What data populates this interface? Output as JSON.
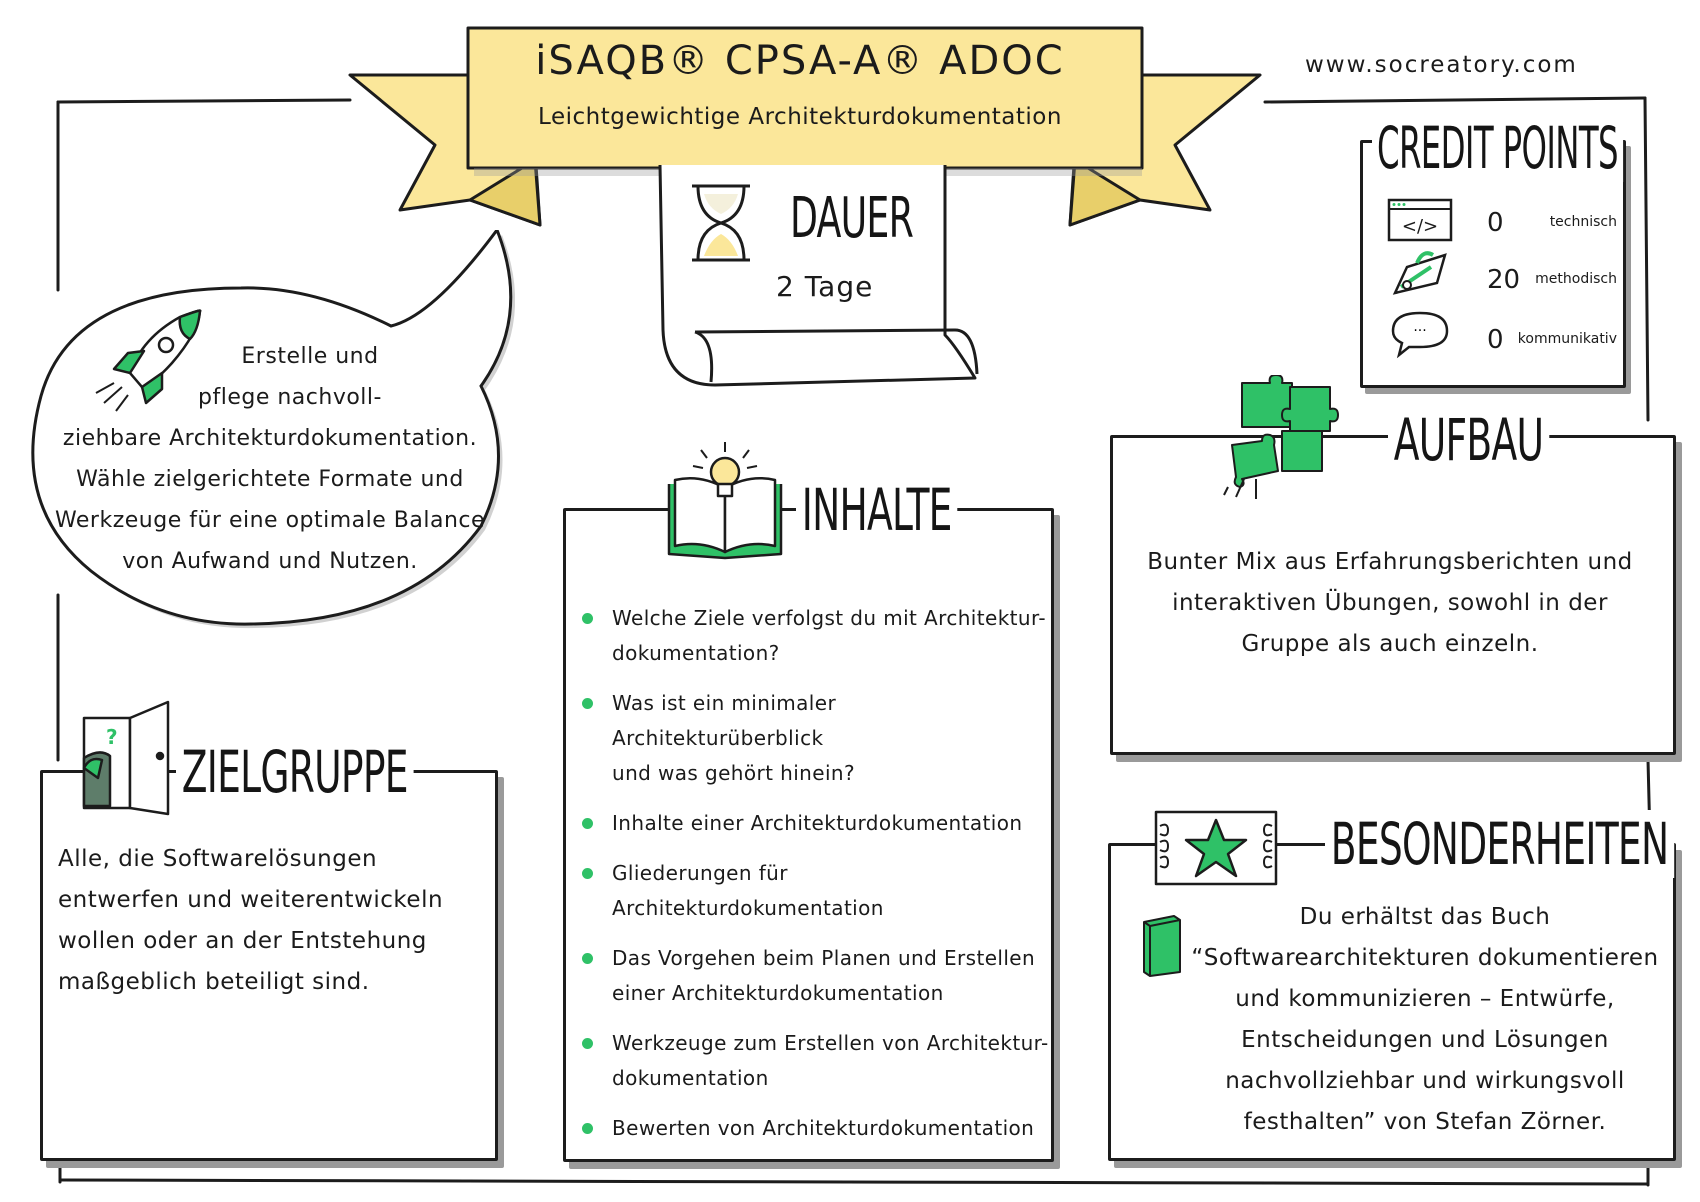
{
  "banner": {
    "title": "iSAQB® CPSA-A® ADOC",
    "subtitle": "Leichtgewichtige Architekturdokumentation"
  },
  "website": "www.socreatory.com",
  "duration": {
    "heading": "DAUER",
    "value": "2 Tage",
    "icon": "hourglass-icon"
  },
  "credit_points": {
    "heading": "CREDIT POINTS",
    "items": [
      {
        "icon": "code-window-icon",
        "value": "0",
        "label": "technisch"
      },
      {
        "icon": "toolbox-icon",
        "value": "20",
        "label": "methodisch"
      },
      {
        "icon": "speech-bubble-icon",
        "value": "0",
        "label": "kommunikativ"
      }
    ]
  },
  "goal": {
    "icon": "rocket-icon",
    "lines": [
      "Erstelle und",
      "pflege nachvoll-",
      "ziehbare Architekturdokumentation.",
      "Wähle zielgerichtete Formate und",
      "Werkzeuge für eine optimale Balance",
      "von Aufwand und Nutzen."
    ]
  },
  "zielgruppe": {
    "heading": "ZIELGRUPPE",
    "icon": "open-door-icon",
    "lines": [
      "Alle, die Softwarelösungen",
      "entwerfen und weiterentwickeln",
      "wollen oder an der Entstehung",
      "maßgeblich beteiligt sind."
    ]
  },
  "inhalte": {
    "heading": "INHALTE",
    "icon": "book-lightbulb-icon",
    "items": [
      [
        "Welche Ziele verfolgst du mit Architektur-",
        "dokumentation?"
      ],
      [
        "Was ist ein minimaler Architekturüberblick",
        "und was gehört hinein?"
      ],
      [
        "Inhalte einer Architekturdokumentation"
      ],
      [
        "Gliederungen für Architekturdokumentation"
      ],
      [
        "Das Vorgehen beim Planen und Erstellen",
        "einer Architekturdokumentation"
      ],
      [
        "Werkzeuge zum Erstellen von Architektur-",
        "dokumentation"
      ],
      [
        "Bewerten von Architekturdokumentation"
      ]
    ]
  },
  "aufbau": {
    "heading": "AUFBAU",
    "icon": "puzzle-icon",
    "lines": [
      "Bunter Mix aus Erfahrungsberichten und",
      "interaktiven Übungen, sowohl in der",
      "Gruppe als auch einzeln."
    ]
  },
  "besonderheiten": {
    "heading": "BESONDERHEITEN",
    "icon": "star-ticket-icon",
    "book_icon": "book-icon",
    "lines": [
      "Du erhältst das Buch",
      "“Softwarearchitekturen dokumentieren",
      "und kommunizieren – Entwürfe,",
      "Entscheidungen und Lösungen",
      "nachvollziehbar und wirkungsvoll",
      "festhalten” von Stefan Zörner."
    ]
  },
  "colors": {
    "accent_green": "#2fc167",
    "banner_yellow": "#fbe79a",
    "ink": "#1b1b1b",
    "shadow": "#9a9a9a"
  }
}
